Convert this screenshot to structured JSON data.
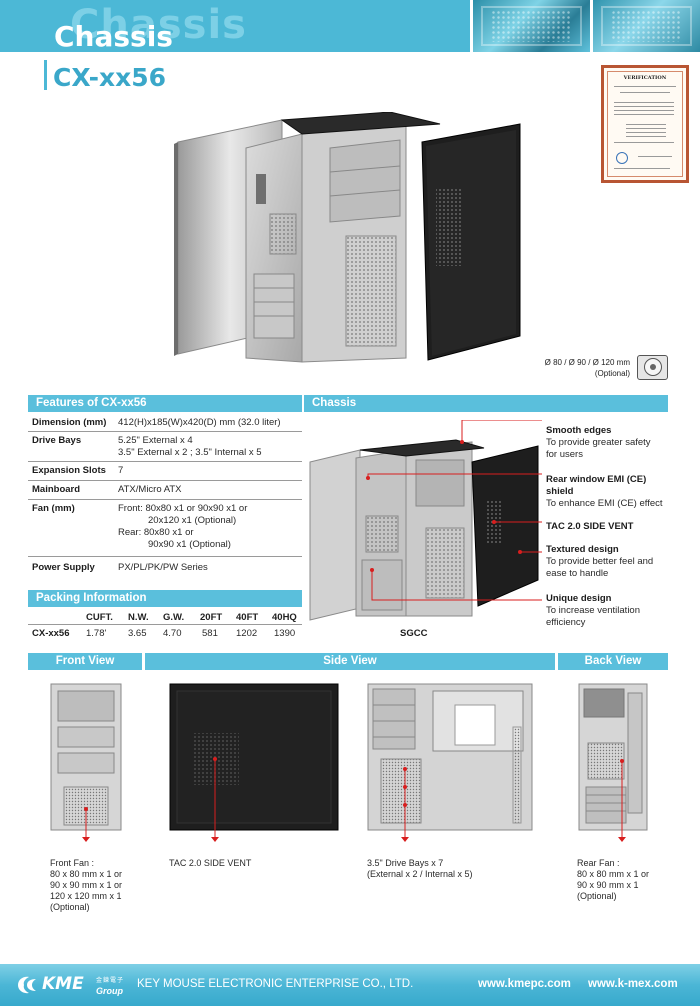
{
  "header": {
    "ghost_text": "Chassis",
    "title": "Chassis",
    "model": "CX-xx56"
  },
  "fan_note": {
    "sizes": "Ø 80 / Ø 90 / Ø 120 mm",
    "optional": "(Optional)"
  },
  "features": {
    "title": "Features of CX-xx56",
    "rows": [
      {
        "label": "Dimension (mm)",
        "value": "412(H)x185(W)x420(D) mm (32.0 liter)"
      },
      {
        "label": "Drive Bays",
        "value": "5.25\" External x 4",
        "value2": "3.5\" External x 2 ; 3.5\" Internal x 5"
      },
      {
        "label": "Expansion Slots",
        "value": "7"
      },
      {
        "label": "Mainboard",
        "value": "ATX/Micro ATX"
      },
      {
        "label": "Fan (mm)",
        "value": "Front: 80x80 x1 or 90x90 x1 or",
        "value2": "20x120 x1 (Optional)",
        "value3": "Rear:  80x80 x1 or",
        "value4": "90x90 x1 (Optional)"
      },
      {
        "label": "Power Supply",
        "value": "PX/PL/PK/PW Series"
      }
    ]
  },
  "packing": {
    "title": "Packing Information",
    "headers": [
      "CUFT.",
      "N.W.",
      "G.W.",
      "20FT",
      "40FT",
      "40HQ"
    ],
    "row_label": "CX-xx56",
    "values": [
      "1.78'",
      "3.65",
      "4.70",
      "581",
      "1202",
      "1390"
    ]
  },
  "chassis": {
    "title": "Chassis",
    "material": "SGCC",
    "callouts": [
      {
        "title": "Smooth edges",
        "desc": "To provide greater safety",
        "desc2": "for users"
      },
      {
        "title": "Rear window EMI (CE)",
        "title2": "shield",
        "desc": "To enhance EMI (CE) effect"
      },
      {
        "title": "TAC 2.0 SIDE VENT"
      },
      {
        "title": "Textured design",
        "desc": "To provide better feel and",
        "desc2": "ease to handle"
      },
      {
        "title": "Unique design",
        "desc": "To increase ventilation",
        "desc2": "efficiency"
      }
    ]
  },
  "views": {
    "front_title": "Front View",
    "side_title": "Side View",
    "back_title": "Back View",
    "front_caption": [
      "Front Fan :",
      "80 x 80 mm x 1 or",
      "90 x 90 mm x 1 or",
      "120 x 120 mm x 1",
      "(Optional)"
    ],
    "side_panel_caption": [
      "TAC 2.0 SIDE VENT"
    ],
    "side_open_caption": [
      "3.5\" Drive Bays x 7",
      "(External x 2 / Internal x 5)"
    ],
    "back_caption": [
      "Rear Fan :",
      "80 x 80 mm x 1 or",
      "90 x 90 mm x 1",
      "(Optional)"
    ]
  },
  "footer": {
    "brand": "KME",
    "group": "Group",
    "chinese": "金鍊電子",
    "company": "KEY MOUSE ELECTRONIC ENTERPRISE CO., LTD.",
    "url1": "www.kmepc.com",
    "url2": "www.k-mex.com"
  },
  "colors": {
    "accent": "#5abfdc",
    "title_blue": "#3aa7c9",
    "callout_red": "#d81e1e",
    "panel_black": "#1e1e1e"
  }
}
